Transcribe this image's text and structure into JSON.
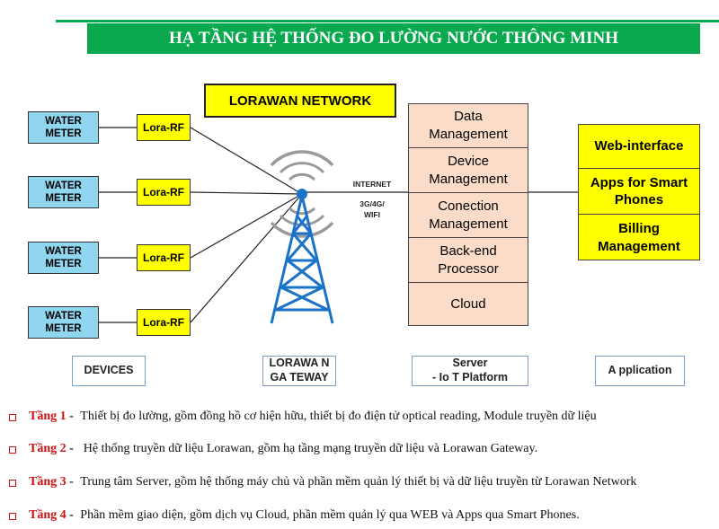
{
  "title": "HẠ TẦNG HỆ THỐNG ĐO LƯỜNG NƯỚC THÔNG MINH",
  "network_label": "LORAWAN NETWORK",
  "devices": [
    {
      "meter": "WATER\nMETER",
      "radio": "Lora-RF"
    },
    {
      "meter": "WATER\nMETER",
      "radio": "Lora-RF"
    },
    {
      "meter": "WATER\nMETER",
      "radio": "Lora-RF"
    },
    {
      "meter": "WATER\nMETER",
      "radio": "Lora-RF"
    }
  ],
  "link_labels": {
    "internet": "INTERNET",
    "mobile": "3G/4G/",
    "wifi": "WIFI"
  },
  "server_blocks": [
    "Data\nManagement",
    "Device\nManagement",
    "Conection\nManagement",
    "Back-end\nProcessor",
    "Cloud"
  ],
  "app_blocks": [
    "Web-interface",
    "Apps for Smart\nPhones",
    "Billing\nManagement"
  ],
  "footer_labels": {
    "devices": "DEVICES",
    "gateway": "LORAWA N\nGA TEWAY",
    "server": "Server\n- Io T Platform",
    "application": "A pplication"
  },
  "colors": {
    "title_bg": "#0aa84f",
    "highlight": "#ffff00",
    "meter": "#8fd6ee",
    "server": "#fbdcc9",
    "tower": "#1a73c9",
    "bullet": "#cc1111"
  },
  "layers": [
    {
      "name": "Tầng 1",
      "text": "Thiết bị đo lường, gồm đồng hồ cơ hiện hữu, thiết bị đo điện tử optical reading, Module truyền dữ liệu"
    },
    {
      "name": "Tầng 2",
      "text": "Hệ thống truyền dữ liệu Lorawan, gồm hạ tầng mạng truyền dữ liệu và Lorawan Gateway."
    },
    {
      "name": "Tầng 3",
      "text": "Trung tâm Server, gồm hệ thống máy chủ và phần mềm quản lý thiết bị và dữ liệu truyền từ Lorawan Network"
    },
    {
      "name": "Tầng 4",
      "text": "Phần mềm giao diện, gồm dịch vụ Cloud, phần mềm quản lý qua WEB và Apps qua Smart Phones."
    }
  ]
}
